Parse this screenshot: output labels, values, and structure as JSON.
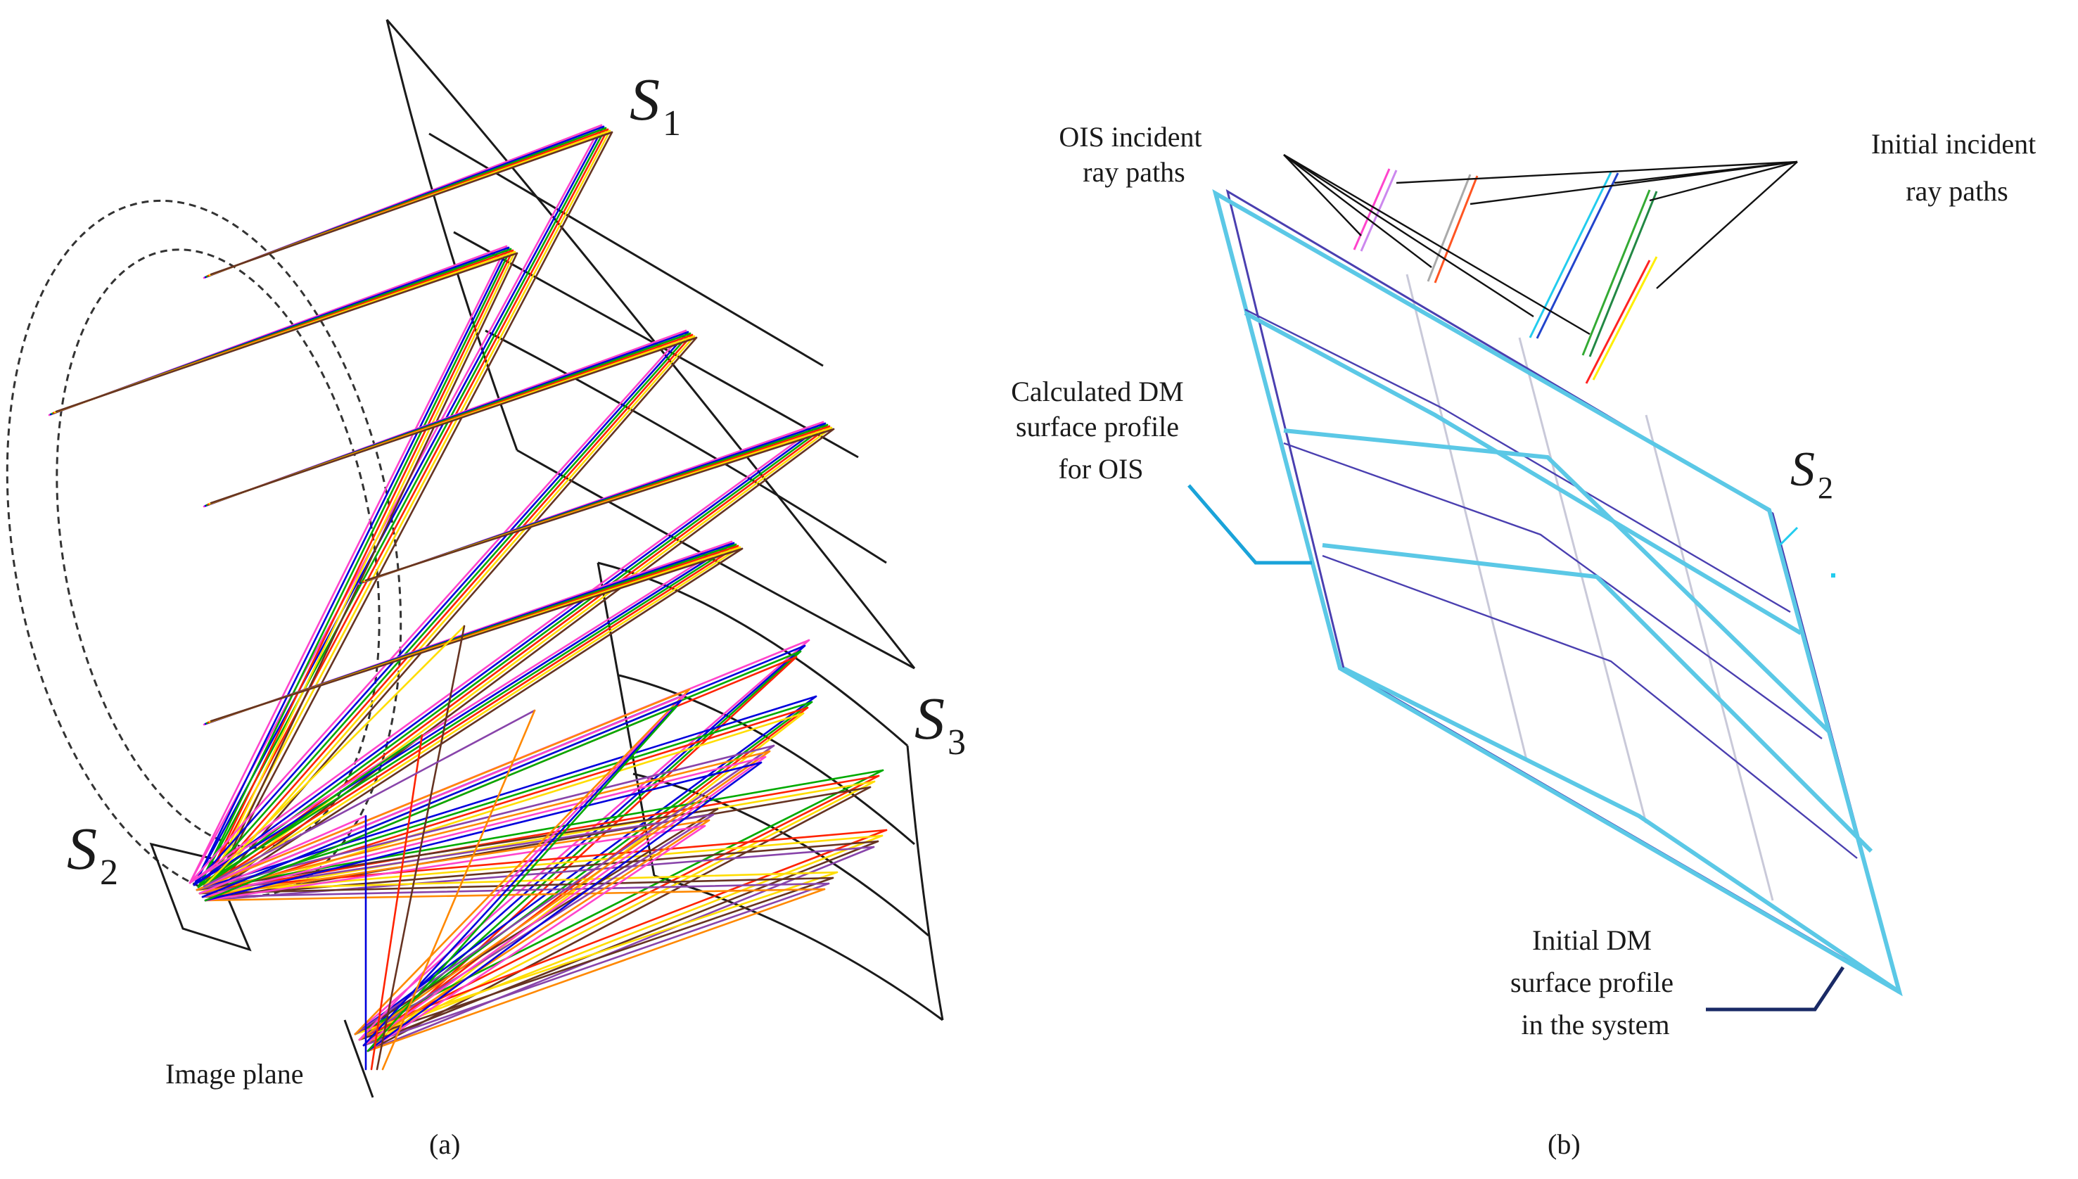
{
  "panel_a": {
    "caption": "(a)",
    "s1": {
      "base": "S",
      "sub": "1"
    },
    "s2": {
      "base": "S",
      "sub": "2"
    },
    "s3": {
      "base": "S",
      "sub": "3"
    },
    "image_plane_label": "Image plane"
  },
  "panel_b": {
    "caption": "(b)",
    "s2": {
      "base": "S",
      "sub": "2"
    },
    "ois_label": [
      "OIS incident",
      "ray paths"
    ],
    "initial_label": [
      "Initial incident",
      "ray paths"
    ],
    "calc_label": [
      "Calculated DM",
      "surface profile",
      "for OIS"
    ],
    "initial_dm_label": [
      "Initial DM",
      "surface profile",
      "in the system"
    ]
  },
  "colors": {
    "ray_colors": [
      "#ff44cc",
      "#0000dd",
      "#00aa00",
      "#ff2200",
      "#ffdd00",
      "#663322",
      "#8844aa",
      "#ff8800"
    ],
    "calc_profile": "#5bc8e6",
    "initial_profile": "#4a3fb0",
    "leader_calc": "#1aa3d9",
    "leader_initial": "#1a2a66"
  }
}
